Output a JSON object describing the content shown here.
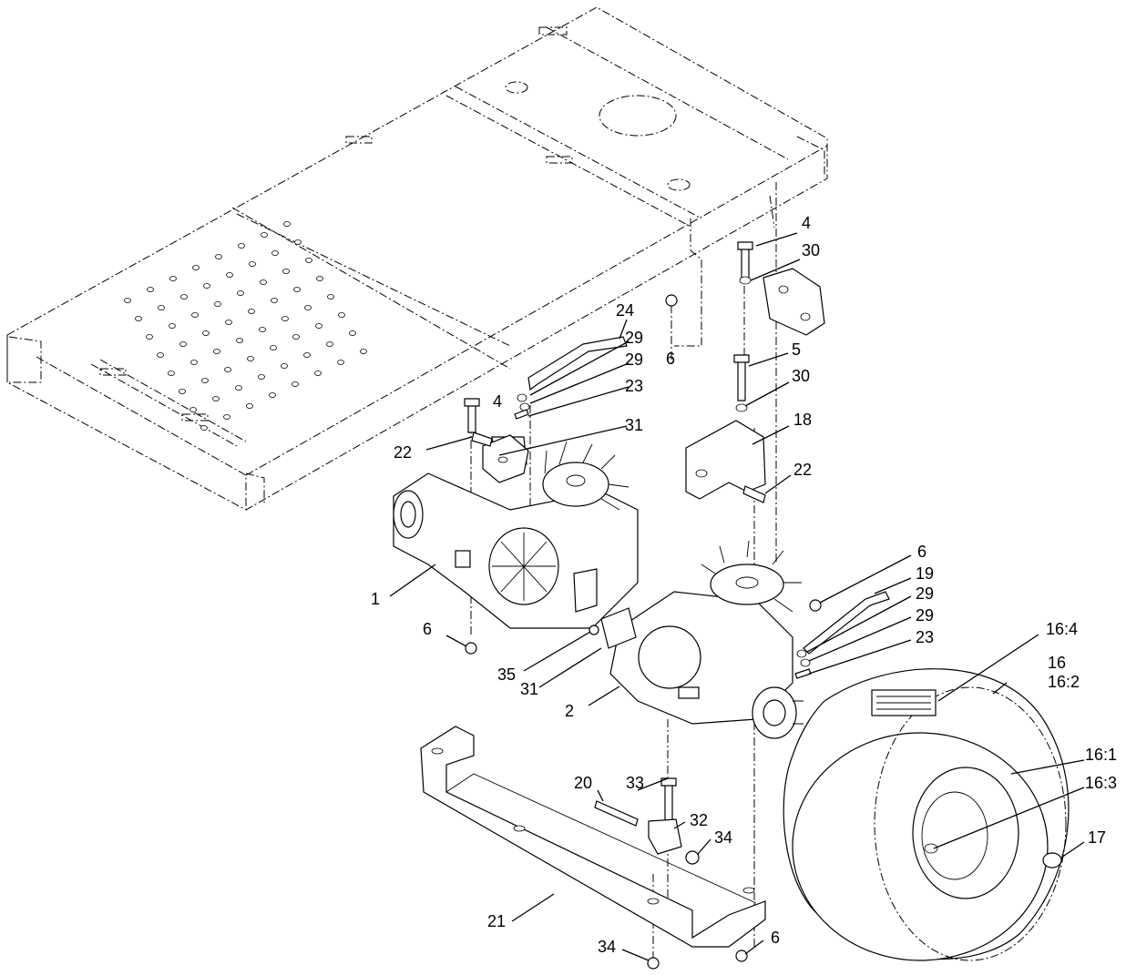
{
  "callouts": [
    {
      "id": "c-4a",
      "text": "4"
    },
    {
      "id": "c-30a",
      "text": "30"
    },
    {
      "id": "c-24",
      "text": "24"
    },
    {
      "id": "c-29a",
      "text": "29"
    },
    {
      "id": "c-29b",
      "text": "29"
    },
    {
      "id": "c-6a",
      "text": "6"
    },
    {
      "id": "c-23a",
      "text": "23"
    },
    {
      "id": "c-5",
      "text": "5"
    },
    {
      "id": "c-30b",
      "text": "30"
    },
    {
      "id": "c-4b",
      "text": "4"
    },
    {
      "id": "c-18",
      "text": "18"
    },
    {
      "id": "c-31a",
      "text": "31"
    },
    {
      "id": "c-22a",
      "text": "22"
    },
    {
      "id": "c-22b",
      "text": "22"
    },
    {
      "id": "c-6b",
      "text": "6"
    },
    {
      "id": "c-19",
      "text": "19"
    },
    {
      "id": "c-29c",
      "text": "29"
    },
    {
      "id": "c-29d",
      "text": "29"
    },
    {
      "id": "c-1",
      "text": "1"
    },
    {
      "id": "c-16-4",
      "text": "16:4"
    },
    {
      "id": "c-23b",
      "text": "23"
    },
    {
      "id": "c-6c",
      "text": "6"
    },
    {
      "id": "c-16",
      "text": "16"
    },
    {
      "id": "c-35",
      "text": "35"
    },
    {
      "id": "c-16-2",
      "text": "16:2"
    },
    {
      "id": "c-31b",
      "text": "31"
    },
    {
      "id": "c-2",
      "text": "2"
    },
    {
      "id": "c-16-1",
      "text": "16:1"
    },
    {
      "id": "c-16-3",
      "text": "16:3"
    },
    {
      "id": "c-20",
      "text": "20"
    },
    {
      "id": "c-33",
      "text": "33"
    },
    {
      "id": "c-32",
      "text": "32"
    },
    {
      "id": "c-34a",
      "text": "34"
    },
    {
      "id": "c-17",
      "text": "17"
    },
    {
      "id": "c-21",
      "text": "21"
    },
    {
      "id": "c-6d",
      "text": "6"
    },
    {
      "id": "c-34b",
      "text": "34"
    }
  ]
}
